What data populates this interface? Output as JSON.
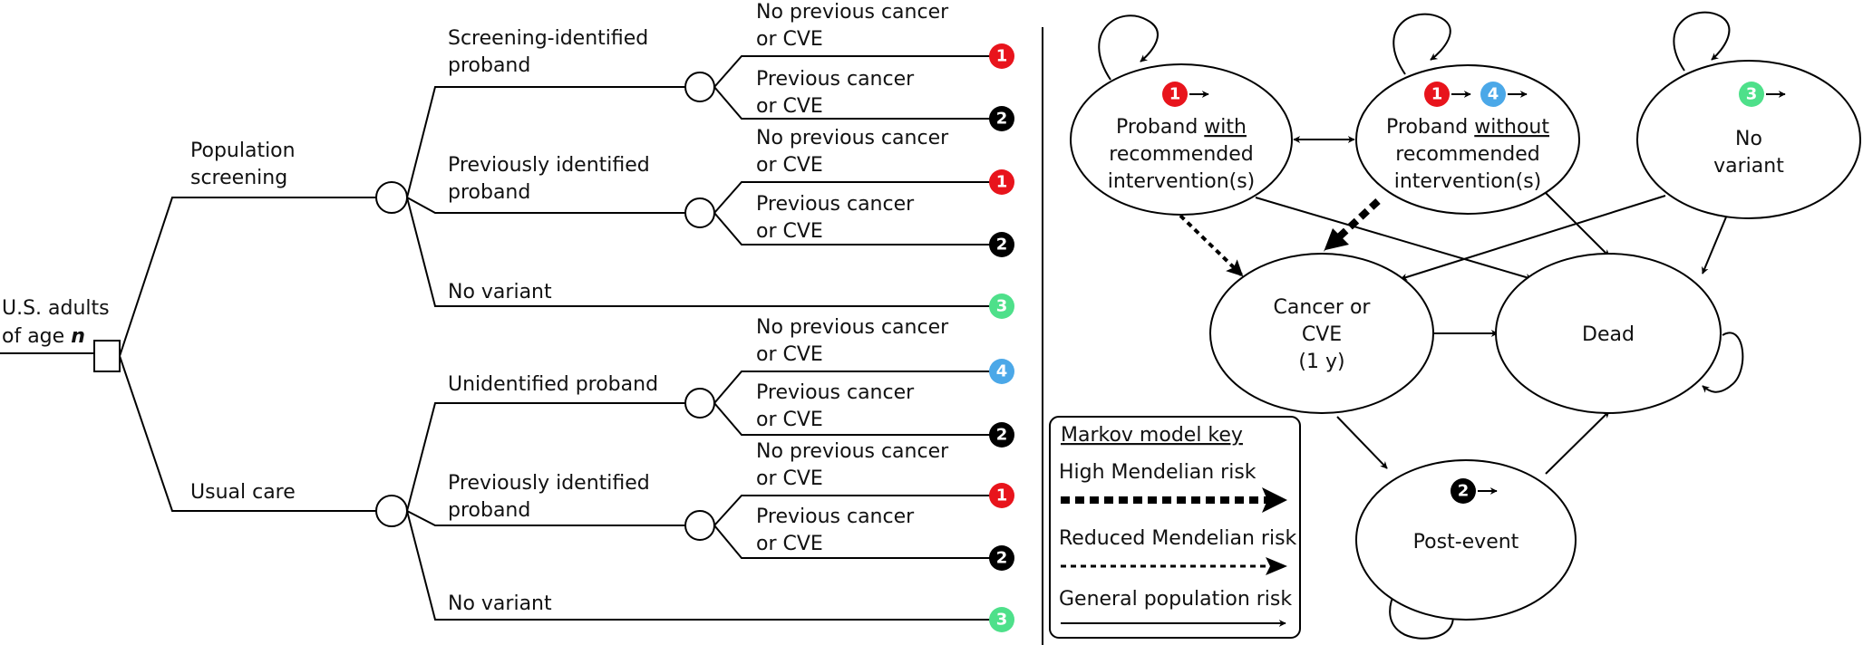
{
  "colors": {
    "badge_1": "#e8141c",
    "badge_2": "#000000",
    "badge_3": "#4ee08a",
    "badge_4": "#4ba8e8"
  },
  "tree": {
    "root": [
      "U.S. adults",
      "of age "
    ],
    "root_n": "n",
    "arms": {
      "screening": [
        "Population",
        "screening"
      ],
      "usual": "Usual care"
    },
    "branches": {
      "screen_id": [
        "Screening-identified",
        "proband"
      ],
      "prev_id_a": [
        "Previously identified",
        "proband"
      ],
      "no_variant_a": "No variant",
      "unidentified": "Unidentified proband",
      "prev_id_b": [
        "Previously identified",
        "proband"
      ],
      "no_variant_b": "No variant"
    },
    "outcomes": {
      "no_prev": [
        "No previous cancer",
        "or CVE"
      ],
      "prev": [
        "Previous cancer",
        "or CVE"
      ]
    },
    "badges": {
      "one": "1",
      "two": "2",
      "three": "3",
      "four": "4"
    }
  },
  "markov": {
    "states": {
      "with": {
        "pre": "Proband ",
        "emph": "with",
        "rest": [
          "recommended",
          "intervention(s)"
        ]
      },
      "without": {
        "pre": "Proband ",
        "emph": "without",
        "rest": [
          "recommended",
          "intervention(s)"
        ]
      },
      "novariant": [
        "No",
        "variant"
      ],
      "cancer": [
        "Cancer or",
        "CVE",
        "(1 y)"
      ],
      "dead": "Dead",
      "post": "Post-event"
    },
    "key": {
      "title": "Markov model key",
      "high": "High Mendelian risk",
      "reduced": "Reduced Mendelian risk",
      "general": "General population risk"
    }
  }
}
